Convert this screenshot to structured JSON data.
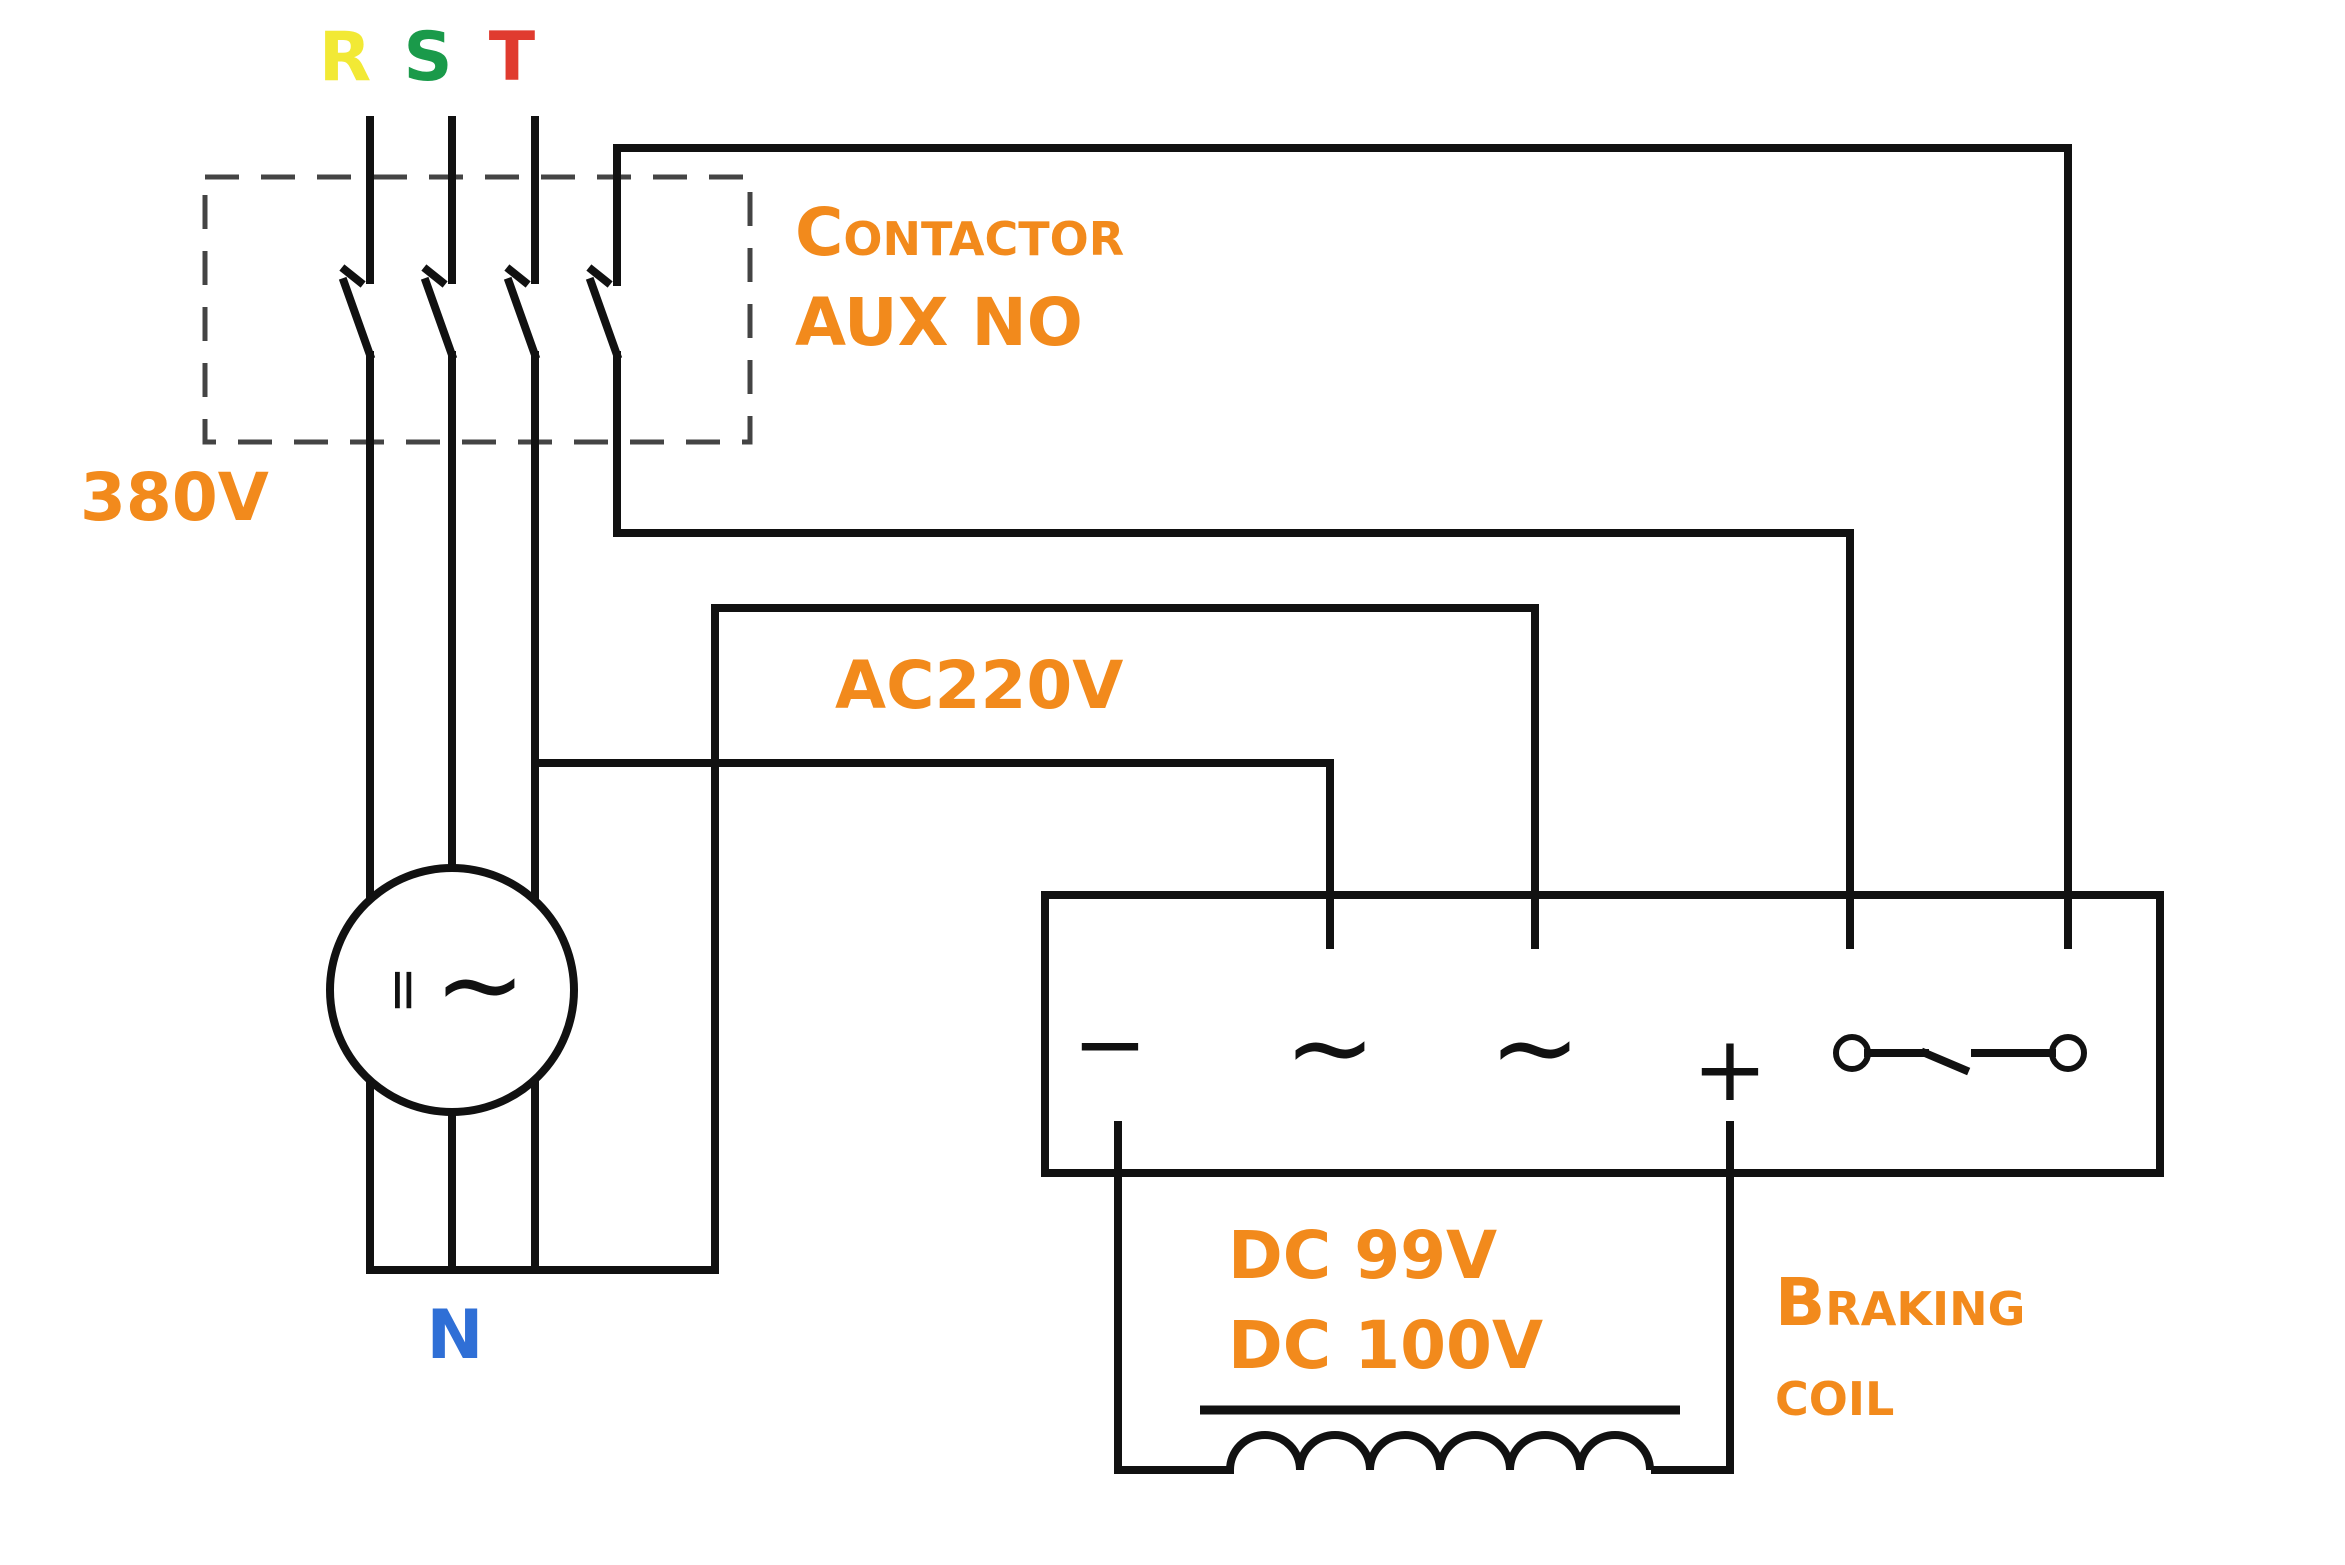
{
  "phases": {
    "r": {
      "text": "R",
      "color": "#f2e935"
    },
    "s": {
      "text": "S",
      "color": "#1a9a4a"
    },
    "t": {
      "text": "T",
      "color": "#e03b2f"
    }
  },
  "neutral": {
    "text": "N",
    "color": "#2f6fd6"
  },
  "labels": {
    "contactor_line1": "Contactor",
    "contactor_line2": "AUX NO",
    "voltage_380": "380V",
    "voltage_ac220": "AC220V",
    "dc_line1": "DC 99V",
    "dc_line2": "DC 100V",
    "coil_line1": "Braking",
    "coil_line2": "coil",
    "color": "#f28a1c"
  },
  "motor": {
    "symbol_eq": "=",
    "symbol_tilde": "~"
  },
  "rectifier": {
    "minus": "−",
    "ac1": "~",
    "ac2": "~",
    "plus": "+"
  },
  "icons": [
    "motor-symbol-icon",
    "switch-icon",
    "coil-icon"
  ]
}
